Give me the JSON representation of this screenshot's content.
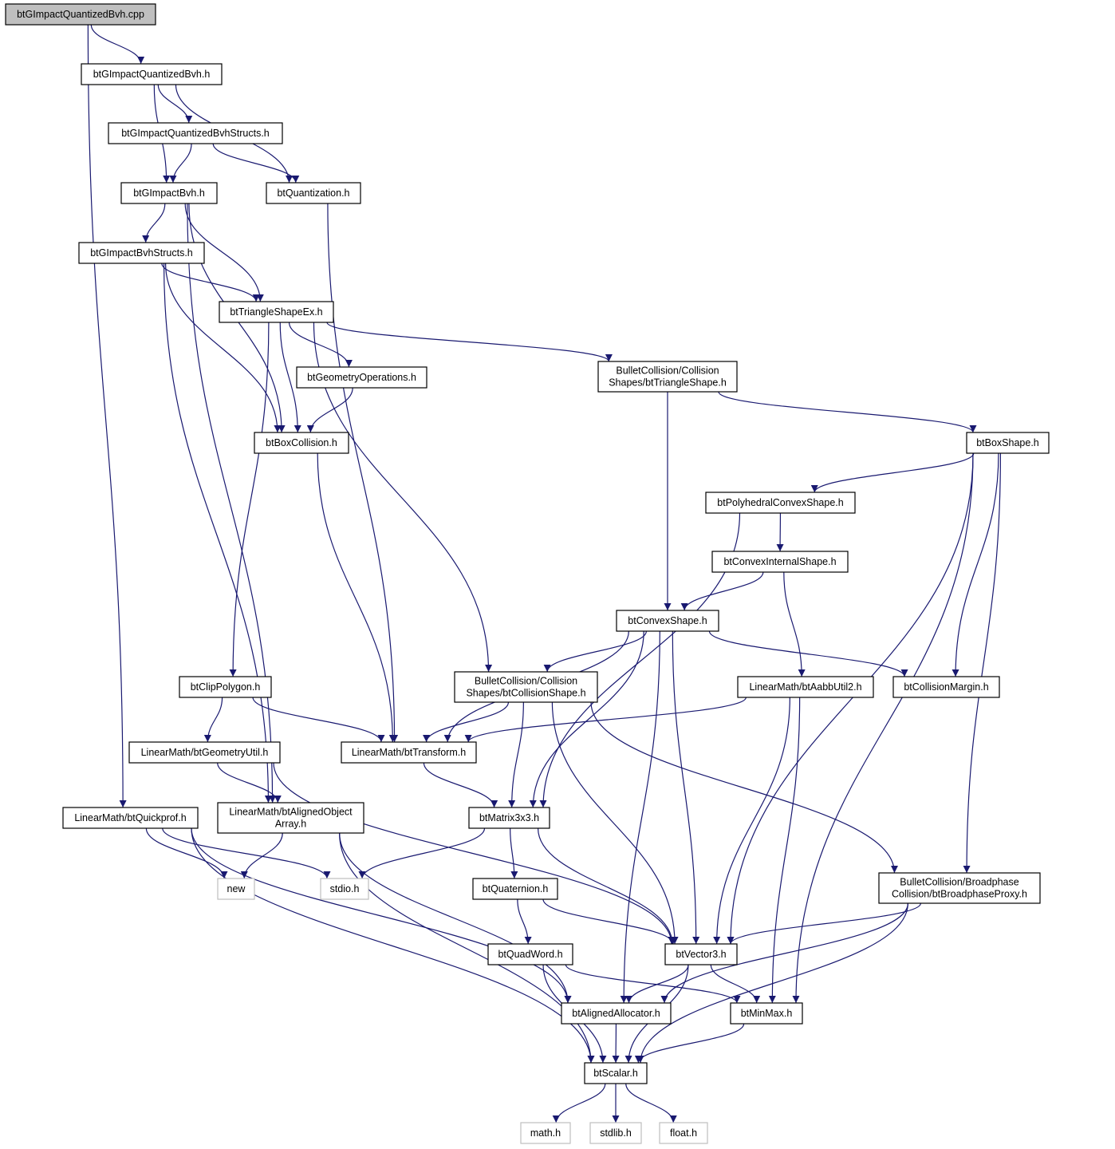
{
  "graph": {
    "nodes": [
      {
        "id": "n0",
        "lines": [
          "btGImpactQuantizedBvh.cpp"
        ],
        "style": "root"
      },
      {
        "id": "n1",
        "lines": [
          "btGImpactQuantizedBvh.h"
        ],
        "style": "normal"
      },
      {
        "id": "n2",
        "lines": [
          "btGImpactQuantizedBvhStructs.h"
        ],
        "style": "normal"
      },
      {
        "id": "n3",
        "lines": [
          "btGImpactBvh.h"
        ],
        "style": "normal"
      },
      {
        "id": "n4",
        "lines": [
          "btQuantization.h"
        ],
        "style": "normal"
      },
      {
        "id": "n5",
        "lines": [
          "btGImpactBvhStructs.h"
        ],
        "style": "normal"
      },
      {
        "id": "n6",
        "lines": [
          "btTriangleShapeEx.h"
        ],
        "style": "normal"
      },
      {
        "id": "n7",
        "lines": [
          "btGeometryOperations.h"
        ],
        "style": "normal"
      },
      {
        "id": "n8",
        "lines": [
          "BulletCollision/Collision",
          "Shapes/btTriangleShape.h"
        ],
        "style": "normal"
      },
      {
        "id": "n9",
        "lines": [
          "btBoxCollision.h"
        ],
        "style": "normal"
      },
      {
        "id": "n10",
        "lines": [
          "btBoxShape.h"
        ],
        "style": "normal"
      },
      {
        "id": "n11",
        "lines": [
          "btPolyhedralConvexShape.h"
        ],
        "style": "normal"
      },
      {
        "id": "n12",
        "lines": [
          "btConvexInternalShape.h"
        ],
        "style": "normal"
      },
      {
        "id": "n13",
        "lines": [
          "btConvexShape.h"
        ],
        "style": "normal"
      },
      {
        "id": "n14",
        "lines": [
          "btClipPolygon.h"
        ],
        "style": "normal"
      },
      {
        "id": "n15",
        "lines": [
          "BulletCollision/Collision",
          "Shapes/btCollisionShape.h"
        ],
        "style": "normal"
      },
      {
        "id": "n16",
        "lines": [
          "LinearMath/btAabbUtil2.h"
        ],
        "style": "normal"
      },
      {
        "id": "n17",
        "lines": [
          "btCollisionMargin.h"
        ],
        "style": "normal"
      },
      {
        "id": "n18",
        "lines": [
          "LinearMath/btGeometryUtil.h"
        ],
        "style": "normal"
      },
      {
        "id": "n19",
        "lines": [
          "LinearMath/btTransform.h"
        ],
        "style": "normal"
      },
      {
        "id": "n20",
        "lines": [
          "LinearMath/btQuickprof.h"
        ],
        "style": "normal"
      },
      {
        "id": "n21",
        "lines": [
          "LinearMath/btAlignedObject",
          "Array.h"
        ],
        "style": "normal"
      },
      {
        "id": "n22",
        "lines": [
          "btMatrix3x3.h"
        ],
        "style": "normal"
      },
      {
        "id": "n23",
        "lines": [
          "new"
        ],
        "style": "sys"
      },
      {
        "id": "n24",
        "lines": [
          "stdio.h"
        ],
        "style": "sys"
      },
      {
        "id": "n25",
        "lines": [
          "btQuaternion.h"
        ],
        "style": "normal"
      },
      {
        "id": "n26",
        "lines": [
          "BulletCollision/Broadphase",
          "Collision/btBroadphaseProxy.h"
        ],
        "style": "normal"
      },
      {
        "id": "n27",
        "lines": [
          "btQuadWord.h"
        ],
        "style": "normal"
      },
      {
        "id": "n28",
        "lines": [
          "btVector3.h"
        ],
        "style": "normal"
      },
      {
        "id": "n29",
        "lines": [
          "btAlignedAllocator.h"
        ],
        "style": "normal"
      },
      {
        "id": "n30",
        "lines": [
          "btMinMax.h"
        ],
        "style": "normal"
      },
      {
        "id": "n31",
        "lines": [
          "btScalar.h"
        ],
        "style": "normal"
      },
      {
        "id": "n32",
        "lines": [
          "math.h"
        ],
        "style": "sys"
      },
      {
        "id": "n33",
        "lines": [
          "stdlib.h"
        ],
        "style": "sys"
      },
      {
        "id": "n34",
        "lines": [
          "float.h"
        ],
        "style": "sys"
      }
    ],
    "edges": [
      [
        "n0",
        "n1"
      ],
      [
        "n0",
        "n20"
      ],
      [
        "n1",
        "n2"
      ],
      [
        "n1",
        "n3"
      ],
      [
        "n1",
        "n4"
      ],
      [
        "n2",
        "n3"
      ],
      [
        "n2",
        "n4"
      ],
      [
        "n3",
        "n5"
      ],
      [
        "n3",
        "n6"
      ],
      [
        "n3",
        "n9"
      ],
      [
        "n3",
        "n21"
      ],
      [
        "n4",
        "n19"
      ],
      [
        "n5",
        "n6"
      ],
      [
        "n5",
        "n9"
      ],
      [
        "n5",
        "n21"
      ],
      [
        "n6",
        "n7"
      ],
      [
        "n6",
        "n8"
      ],
      [
        "n6",
        "n9"
      ],
      [
        "n6",
        "n14"
      ],
      [
        "n6",
        "n15"
      ],
      [
        "n7",
        "n9"
      ],
      [
        "n8",
        "n10"
      ],
      [
        "n8",
        "n13"
      ],
      [
        "n9",
        "n19"
      ],
      [
        "n10",
        "n11"
      ],
      [
        "n10",
        "n17"
      ],
      [
        "n10",
        "n26"
      ],
      [
        "n10",
        "n28"
      ],
      [
        "n10",
        "n30"
      ],
      [
        "n11",
        "n12"
      ],
      [
        "n11",
        "n22"
      ],
      [
        "n12",
        "n13"
      ],
      [
        "n12",
        "n16"
      ],
      [
        "n13",
        "n15"
      ],
      [
        "n13",
        "n17"
      ],
      [
        "n13",
        "n19"
      ],
      [
        "n13",
        "n22"
      ],
      [
        "n13",
        "n28"
      ],
      [
        "n13",
        "n29"
      ],
      [
        "n14",
        "n18"
      ],
      [
        "n14",
        "n19"
      ],
      [
        "n15",
        "n19"
      ],
      [
        "n15",
        "n22"
      ],
      [
        "n15",
        "n26"
      ],
      [
        "n15",
        "n28"
      ],
      [
        "n16",
        "n19"
      ],
      [
        "n16",
        "n28"
      ],
      [
        "n16",
        "n30"
      ],
      [
        "n18",
        "n21"
      ],
      [
        "n18",
        "n28"
      ],
      [
        "n19",
        "n22"
      ],
      [
        "n20",
        "n23"
      ],
      [
        "n20",
        "n24"
      ],
      [
        "n20",
        "n29"
      ],
      [
        "n20",
        "n31"
      ],
      [
        "n21",
        "n23"
      ],
      [
        "n21",
        "n29"
      ],
      [
        "n21",
        "n31"
      ],
      [
        "n22",
        "n24"
      ],
      [
        "n22",
        "n25"
      ],
      [
        "n22",
        "n28"
      ],
      [
        "n25",
        "n27"
      ],
      [
        "n25",
        "n28"
      ],
      [
        "n26",
        "n28"
      ],
      [
        "n26",
        "n29"
      ],
      [
        "n26",
        "n31"
      ],
      [
        "n27",
        "n30"
      ],
      [
        "n27",
        "n31"
      ],
      [
        "n28",
        "n29"
      ],
      [
        "n28",
        "n30"
      ],
      [
        "n28",
        "n31"
      ],
      [
        "n29",
        "n31"
      ],
      [
        "n30",
        "n31"
      ],
      [
        "n31",
        "n32"
      ],
      [
        "n31",
        "n33"
      ],
      [
        "n31",
        "n34"
      ]
    ]
  }
}
